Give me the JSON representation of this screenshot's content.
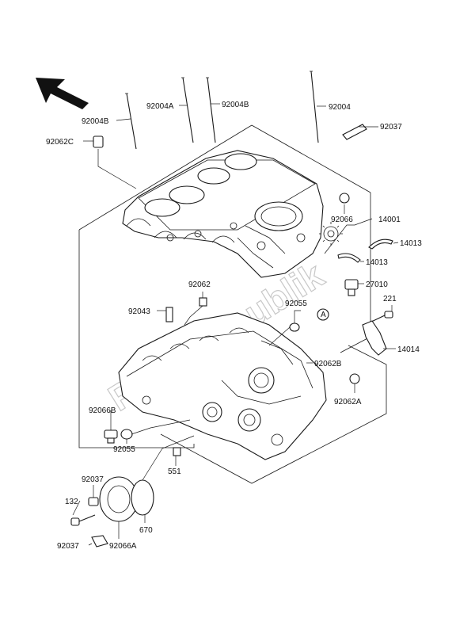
{
  "labels": {
    "l_92004B_a": "92004B",
    "l_92004A": "92004A",
    "l_92004B_b": "92004B",
    "l_92004": "92004",
    "l_92037_top": "92037",
    "l_92062C": "92062C",
    "l_92066_top": "92066",
    "l_14001": "14001",
    "l_14013_a": "14013",
    "l_14013_b": "14013",
    "l_27010": "27010",
    "l_221": "221",
    "l_14014": "14014",
    "l_92062": "92062",
    "l_92043": "92043",
    "l_92055_a": "92055",
    "l_circle_a": "A",
    "l_92062B": "92062B",
    "l_92062A": "92062A",
    "l_92066B": "92066B",
    "l_92055_b": "92055",
    "l_551": "551",
    "l_92037_mid": "92037",
    "l_132": "132",
    "l_670": "670",
    "l_92037_bot": "92037",
    "l_92066A": "92066A"
  },
  "watermark": "PartsRepublik",
  "icons": {
    "direction_arrow": "front-direction-arrow-icon",
    "gear_logo": "gear-icon"
  }
}
